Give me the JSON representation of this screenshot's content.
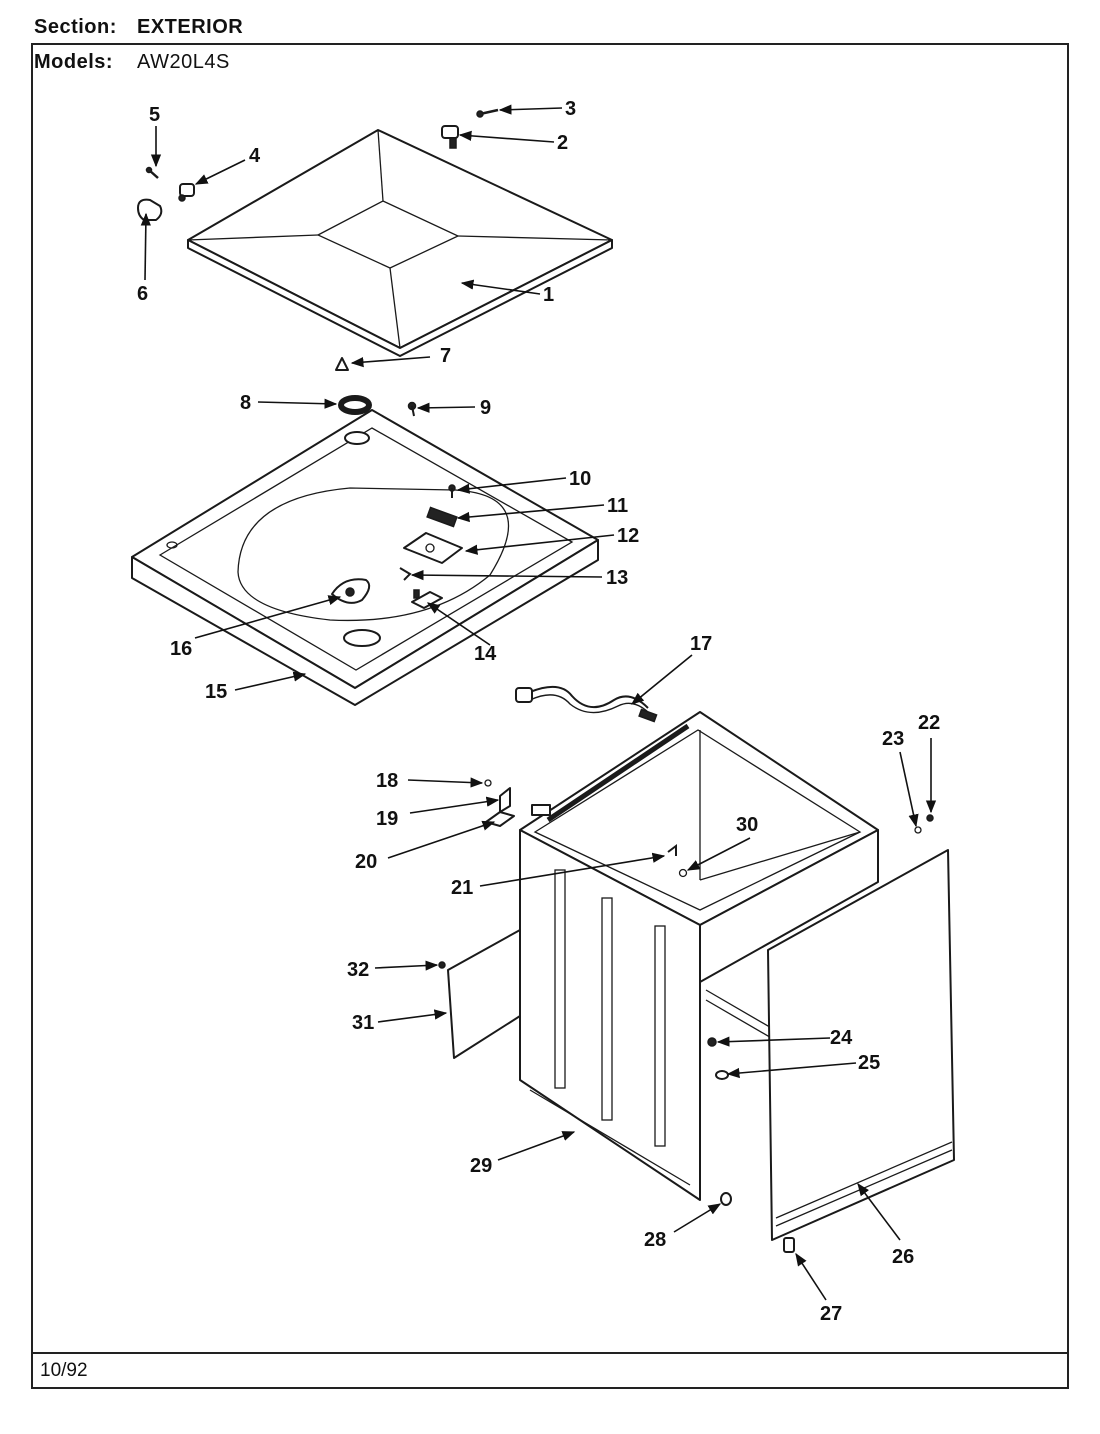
{
  "header": {
    "section_label": "Section:",
    "section_value": "EXTERIOR",
    "models_label": "Models:",
    "models_value": "AW20L4S"
  },
  "footer": {
    "date": "10/92"
  },
  "callouts": [
    "1",
    "2",
    "3",
    "4",
    "5",
    "6",
    "7",
    "8",
    "9",
    "10",
    "11",
    "12",
    "13",
    "14",
    "15",
    "16",
    "17",
    "18",
    "19",
    "20",
    "21",
    "22",
    "23",
    "24",
    "25",
    "26",
    "27",
    "28",
    "29",
    "30",
    "31",
    "32"
  ]
}
